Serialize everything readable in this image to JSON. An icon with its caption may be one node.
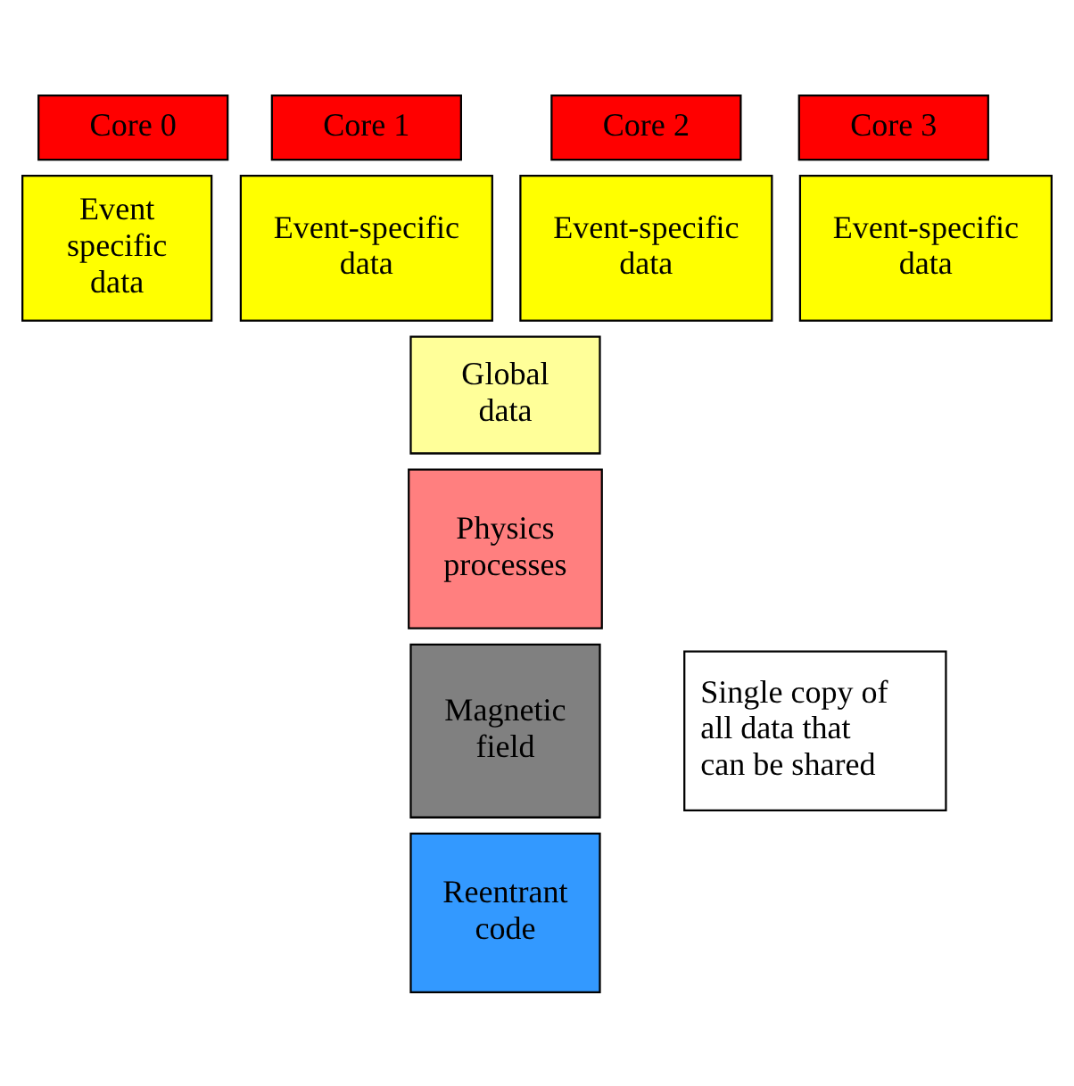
{
  "diagram": {
    "nodes": [
      {
        "text": [
          "Core 0"
        ]
      },
      {
        "text": [
          "Core 1"
        ]
      },
      {
        "text": [
          "Core 2"
        ]
      },
      {
        "text": [
          "Core 3"
        ]
      },
      {
        "text": [
          "Event specific data"
        ]
      },
      {
        "text": [
          "Event-specific data"
        ]
      },
      {
        "text": [
          "Event-specific data"
        ]
      },
      {
        "text": [
          "Event-specific data"
        ]
      },
      {
        "text": [
          "Global data"
        ]
      },
      {
        "text": [
          "Physics processes"
        ]
      },
      {
        "text": [
          "Magnetic field"
        ]
      },
      {
        "text": [
          "Reentrant code"
        ]
      },
      {
        "text": [
          "Single copy of all data that can be shared"
        ]
      }
    ]
  }
}
